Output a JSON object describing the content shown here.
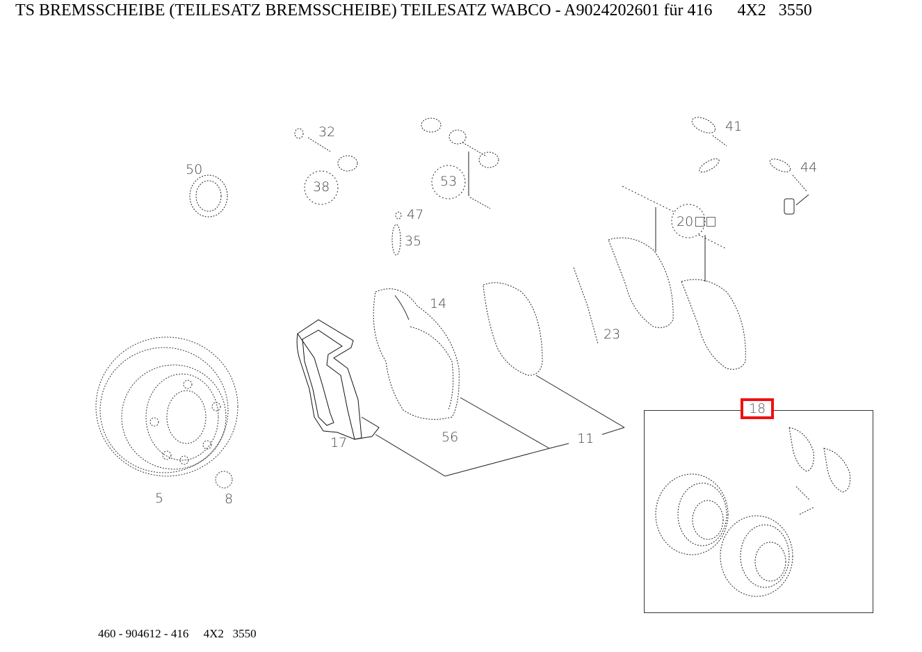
{
  "header": {
    "title": "TS BREMSSCHEIBE (TEILESATZ BREMSSCHEIBE) TEILESATZ WABCO - A9024202601 für 416      4X2   3550"
  },
  "footer": {
    "reference": "460 - 904612 - 416     4X2   3550"
  },
  "diagram": {
    "highlight_color": "#ee1111",
    "callouts": [
      {
        "id": "50",
        "label": "50"
      },
      {
        "id": "32",
        "label": "32"
      },
      {
        "id": "38",
        "label": "38"
      },
      {
        "id": "53",
        "label": "53"
      },
      {
        "id": "47",
        "label": "47"
      },
      {
        "id": "35",
        "label": "35"
      },
      {
        "id": "41",
        "label": "41"
      },
      {
        "id": "44",
        "label": "44"
      },
      {
        "id": "20",
        "label": "20"
      },
      {
        "id": "14",
        "label": "14"
      },
      {
        "id": "23",
        "label": "23"
      },
      {
        "id": "17",
        "label": "17"
      },
      {
        "id": "56",
        "label": "56"
      },
      {
        "id": "11",
        "label": "11"
      },
      {
        "id": "5",
        "label": "5"
      },
      {
        "id": "8",
        "label": "8"
      },
      {
        "id": "18",
        "label": "18",
        "highlighted": true
      }
    ]
  }
}
